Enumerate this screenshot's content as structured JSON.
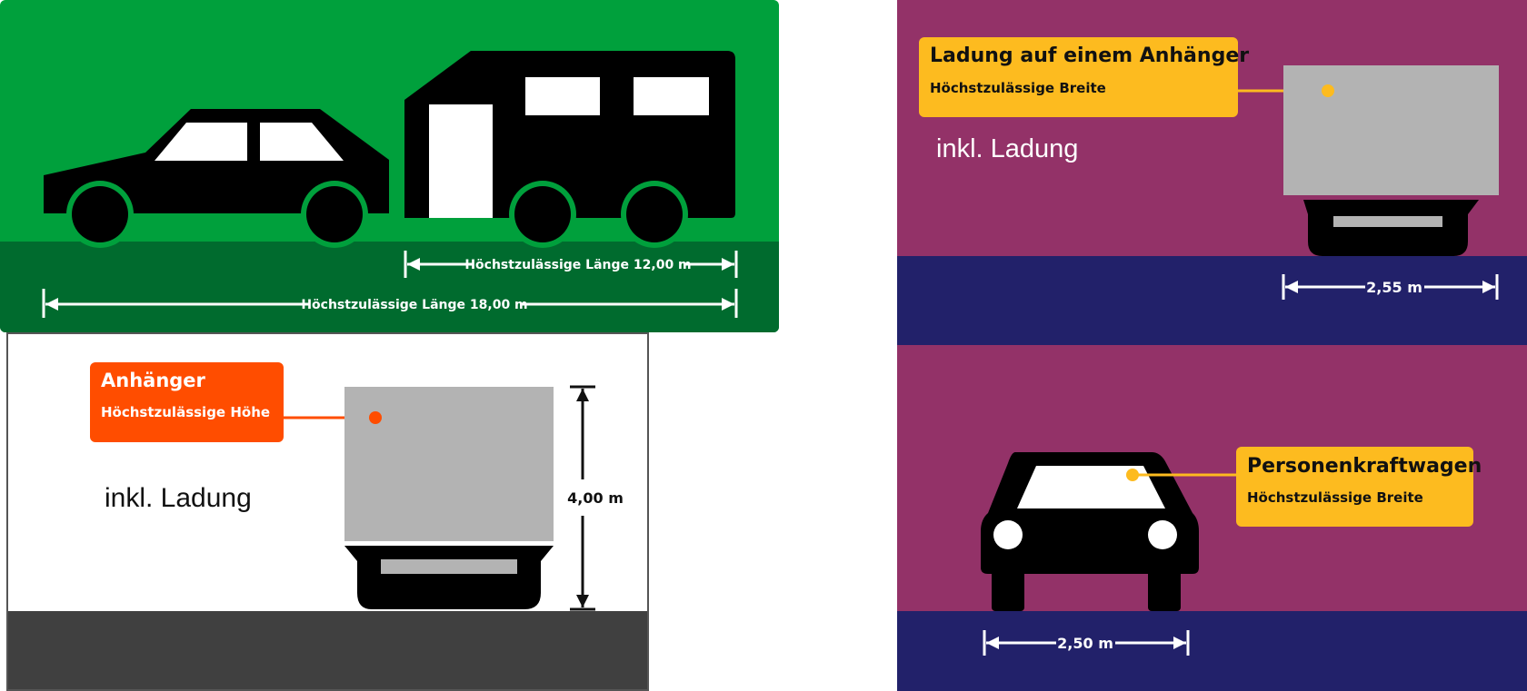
{
  "colors": {
    "length_panel_bg": "#00a03c",
    "length_panel_ground": "#006b2e",
    "width_panel_bg": "#933268",
    "width_panel_ground": "#22216a",
    "height_panel_ground": "#404040",
    "cargo_grey": "#b3b3b3",
    "callout_orange": "#ff4d00",
    "callout_yellow": "#fdbb1f"
  },
  "length_panel": {
    "trailer_length": "Höchstzulässige Länge 12,00 m",
    "combination_length": "Höchstzulässige Länge 18,00 m"
  },
  "height_panel": {
    "callout_title": "Anhänger",
    "callout_subtitle": "Höchstzulässige Höhe",
    "note": "inkl. Ladung",
    "dimension": "4,00 m"
  },
  "trailer_width_panel": {
    "callout_title": "Ladung auf einem Anhänger",
    "callout_subtitle": "Höchstzulässige Breite",
    "note": "inkl. Ladung",
    "dimension": "2,55 m"
  },
  "car_width_panel": {
    "callout_title": "Personenkraftwagen",
    "callout_subtitle": "Höchstzulässige Breite",
    "dimension": "2,50 m"
  }
}
